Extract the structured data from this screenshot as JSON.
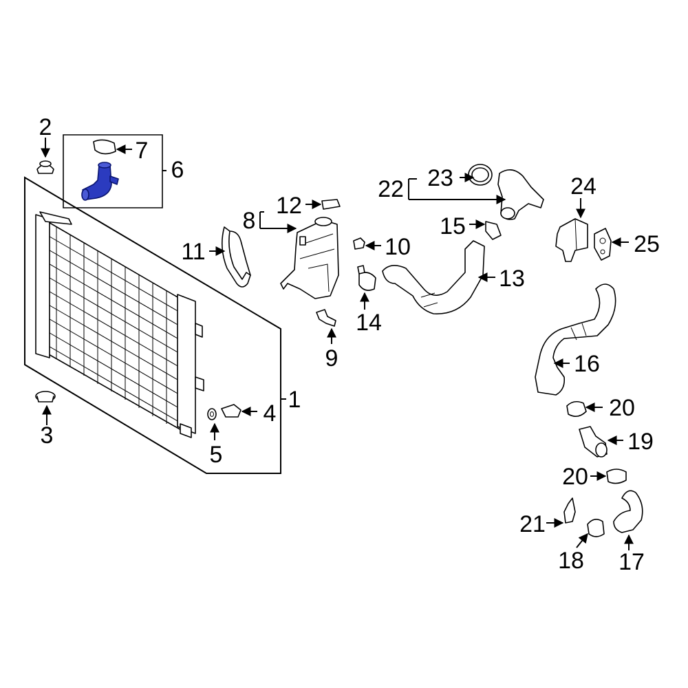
{
  "diagram": {
    "highlight_color": "#2b3bbf",
    "line_color": "#000000",
    "background": "#ffffff",
    "callouts": {
      "c1": "1",
      "c2": "2",
      "c3": "3",
      "c4": "4",
      "c5": "5",
      "c6": "6",
      "c7": "7",
      "c8": "8",
      "c9": "9",
      "c10": "10",
      "c11": "11",
      "c12": "12",
      "c13": "13",
      "c14": "14",
      "c15": "15",
      "c16": "16",
      "c17": "17",
      "c18": "18",
      "c19": "19",
      "c20a": "20",
      "c20b": "20",
      "c21": "21",
      "c22": "22",
      "c23": "23",
      "c24": "24",
      "c25": "25"
    }
  }
}
